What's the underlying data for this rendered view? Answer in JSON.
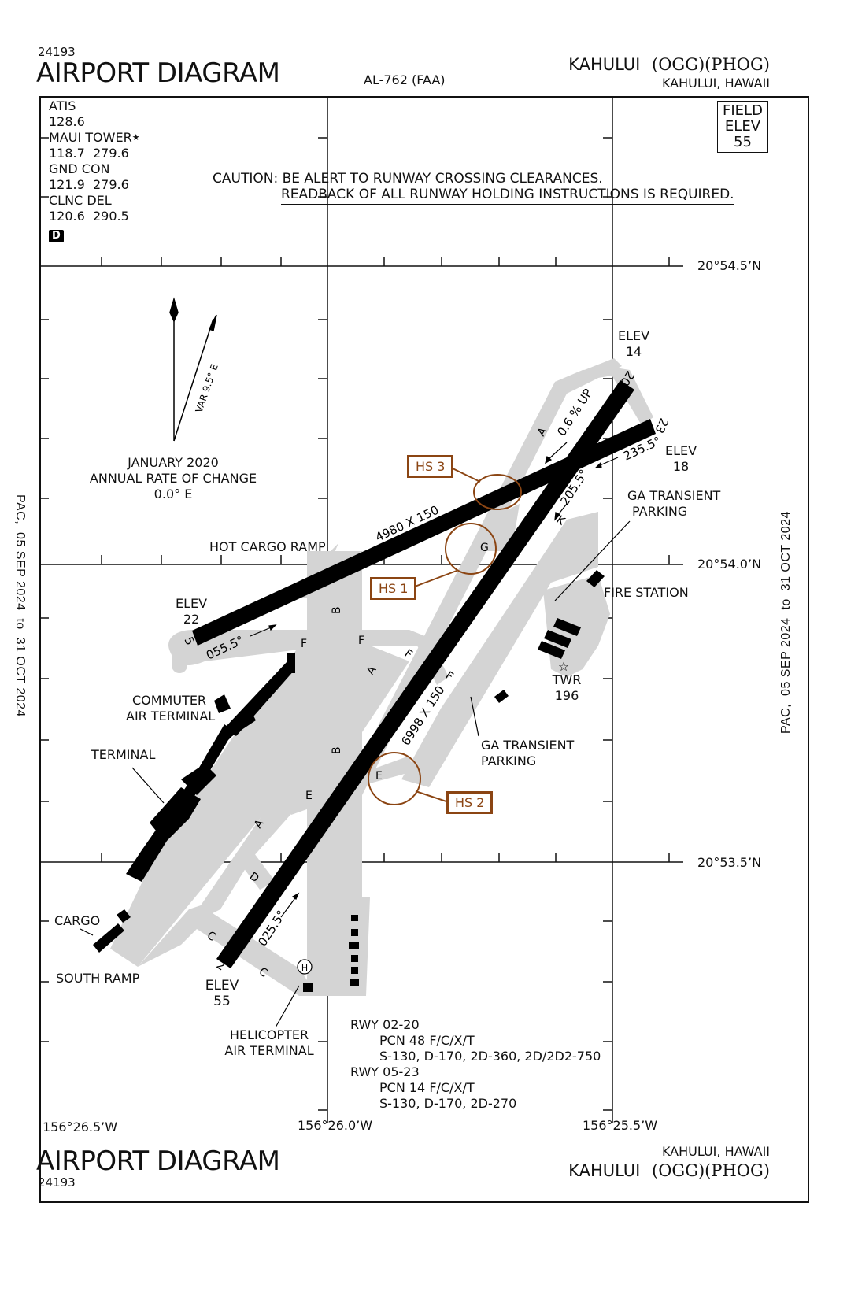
{
  "header": {
    "chart_number": "24193",
    "title": "AIRPORT DIAGRAM",
    "procedure_id": "AL-762 (FAA)",
    "airport_name": "KAHULUI",
    "airport_ids": "(OGG)(PHOG)",
    "city_state": "KAHULUI, HAWAII"
  },
  "footer": {
    "chart_number": "24193",
    "title": "AIRPORT DIAGRAM",
    "airport_name": "KAHULUI",
    "airport_ids": "(OGG)(PHOG)",
    "city_state": "KAHULUI, HAWAII"
  },
  "effective_dates": {
    "left": "PAC,  05 SEP 2024  to  31 OCT 2024",
    "right": "PAC,  05 SEP 2024  to  31 OCT 2024"
  },
  "frequencies": {
    "atis_label": "ATIS",
    "atis": "128.6",
    "tower_label": "MAUI TOWER",
    "tower_star": "★",
    "tower": "118.7  279.6",
    "ground_label": "GND CON",
    "ground": "121.9  279.6",
    "clearance_label": "CLNC DEL",
    "clearance": "120.6  290.5",
    "d_badge": "D"
  },
  "field_elevation": {
    "label1": "FIELD",
    "label2": "ELEV",
    "value": "55"
  },
  "caution": {
    "line1": "CAUTION: BE ALERT TO RUNWAY CROSSING CLEARANCES.",
    "line2": "READBACK OF ALL RUNWAY HOLDING INSTRUCTIONS IS REQUIRED."
  },
  "magnetic_variation": {
    "var_label": "VAR 9.5° E",
    "date": "JANUARY 2020",
    "rate_label": "ANNUAL RATE OF CHANGE",
    "rate": "0.0° E"
  },
  "latitudes": [
    "20°54.5’N",
    "20°54.0’N",
    "20°53.5’N"
  ],
  "longitudes": [
    "156°26.5’W",
    "156°26.0’W",
    "156°25.5’W"
  ],
  "runways": [
    {
      "id": "02-20",
      "dimensions": "6998 X 150",
      "end_a": {
        "number": "2",
        "elev_label": "ELEV",
        "elev": "55",
        "heading": "025.5°"
      },
      "end_b": {
        "number": "20",
        "elev_label": "ELEV",
        "elev": "14",
        "heading": "205.5°"
      },
      "gradient": "0.6 % UP",
      "pcn": "PCN 48 F/C/X/T",
      "weights": "S-130, D-170, 2D-360, 2D/2D2-750"
    },
    {
      "id": "05-23",
      "dimensions": "4980 X 150",
      "end_a": {
        "number": "5",
        "elev_label": "ELEV",
        "elev": "22",
        "heading": "055.5°"
      },
      "end_b": {
        "number": "23",
        "elev_label": "ELEV",
        "elev": "18",
        "heading": "235.5°"
      },
      "pcn": "PCN 14 F/C/X/T",
      "weights": "S-130, D-170, 2D-270"
    }
  ],
  "runway_info": {
    "rwy1_label": "RWY 02-20",
    "rwy1_pcn": "PCN 48 F/C/X/T",
    "rwy1_weights": "S-130, D-170, 2D-360, 2D/2D2-750",
    "rwy2_label": "RWY 05-23",
    "rwy2_pcn": "PCN 14 F/C/X/T",
    "rwy2_weights": "S-130, D-170, 2D-270"
  },
  "hot_spots": [
    {
      "label": "HS 1"
    },
    {
      "label": "HS 2"
    },
    {
      "label": "HS 3"
    }
  ],
  "taxiways": [
    "A",
    "B",
    "C",
    "D",
    "E",
    "F",
    "G",
    "K"
  ],
  "labels": {
    "hot_cargo_ramp": "HOT CARGO RAMP",
    "ga_transient_parking_1a": "GA TRANSIENT",
    "ga_transient_parking_1b": "PARKING",
    "ga_transient_parking_2a": "GA TRANSIENT",
    "ga_transient_parking_2b": "PARKING",
    "fire_station": "FIRE STATION",
    "tower_label": "TWR",
    "tower_elev": "196",
    "commuter_1": "COMMUTER",
    "commuter_2": "AIR TERMINAL",
    "terminal": "TERMINAL",
    "cargo": "CARGO",
    "south_ramp": "SOUTH RAMP",
    "heli_1": "HELICOPTER",
    "heli_2": "AIR TERMINAL",
    "heli_symbol": "H"
  },
  "colors": {
    "runway": "#000000",
    "taxiway": "#d4d4d4",
    "hot_spot": "#8b4513",
    "grid": "#111111"
  }
}
